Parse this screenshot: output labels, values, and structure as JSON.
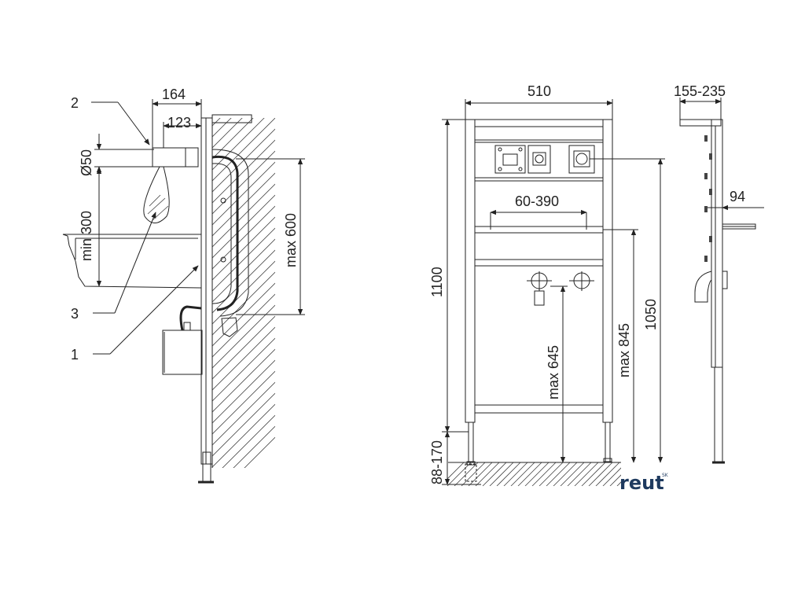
{
  "side_view": {
    "callouts": [
      "2",
      "3",
      "1"
    ],
    "dimensions": {
      "tap_reach": "164",
      "tap_inner": "123",
      "tap_diameter": "Ø50",
      "tap_height": "min 300",
      "mount_range": "max 600"
    }
  },
  "front_view": {
    "dimensions": {
      "width": "510",
      "adjustable_span": "60-390",
      "total_height": "1100",
      "pipe_height": "max 645",
      "rail_height": "max 845",
      "top_height": "1050",
      "feet_range": "88-170"
    }
  },
  "profile_view": {
    "dimensions": {
      "depth_range": "155-235",
      "shelf_depth": "94"
    }
  },
  "brand": {
    "name": "reut",
    "superscript": "SK",
    "color": "#1e3a5f"
  }
}
